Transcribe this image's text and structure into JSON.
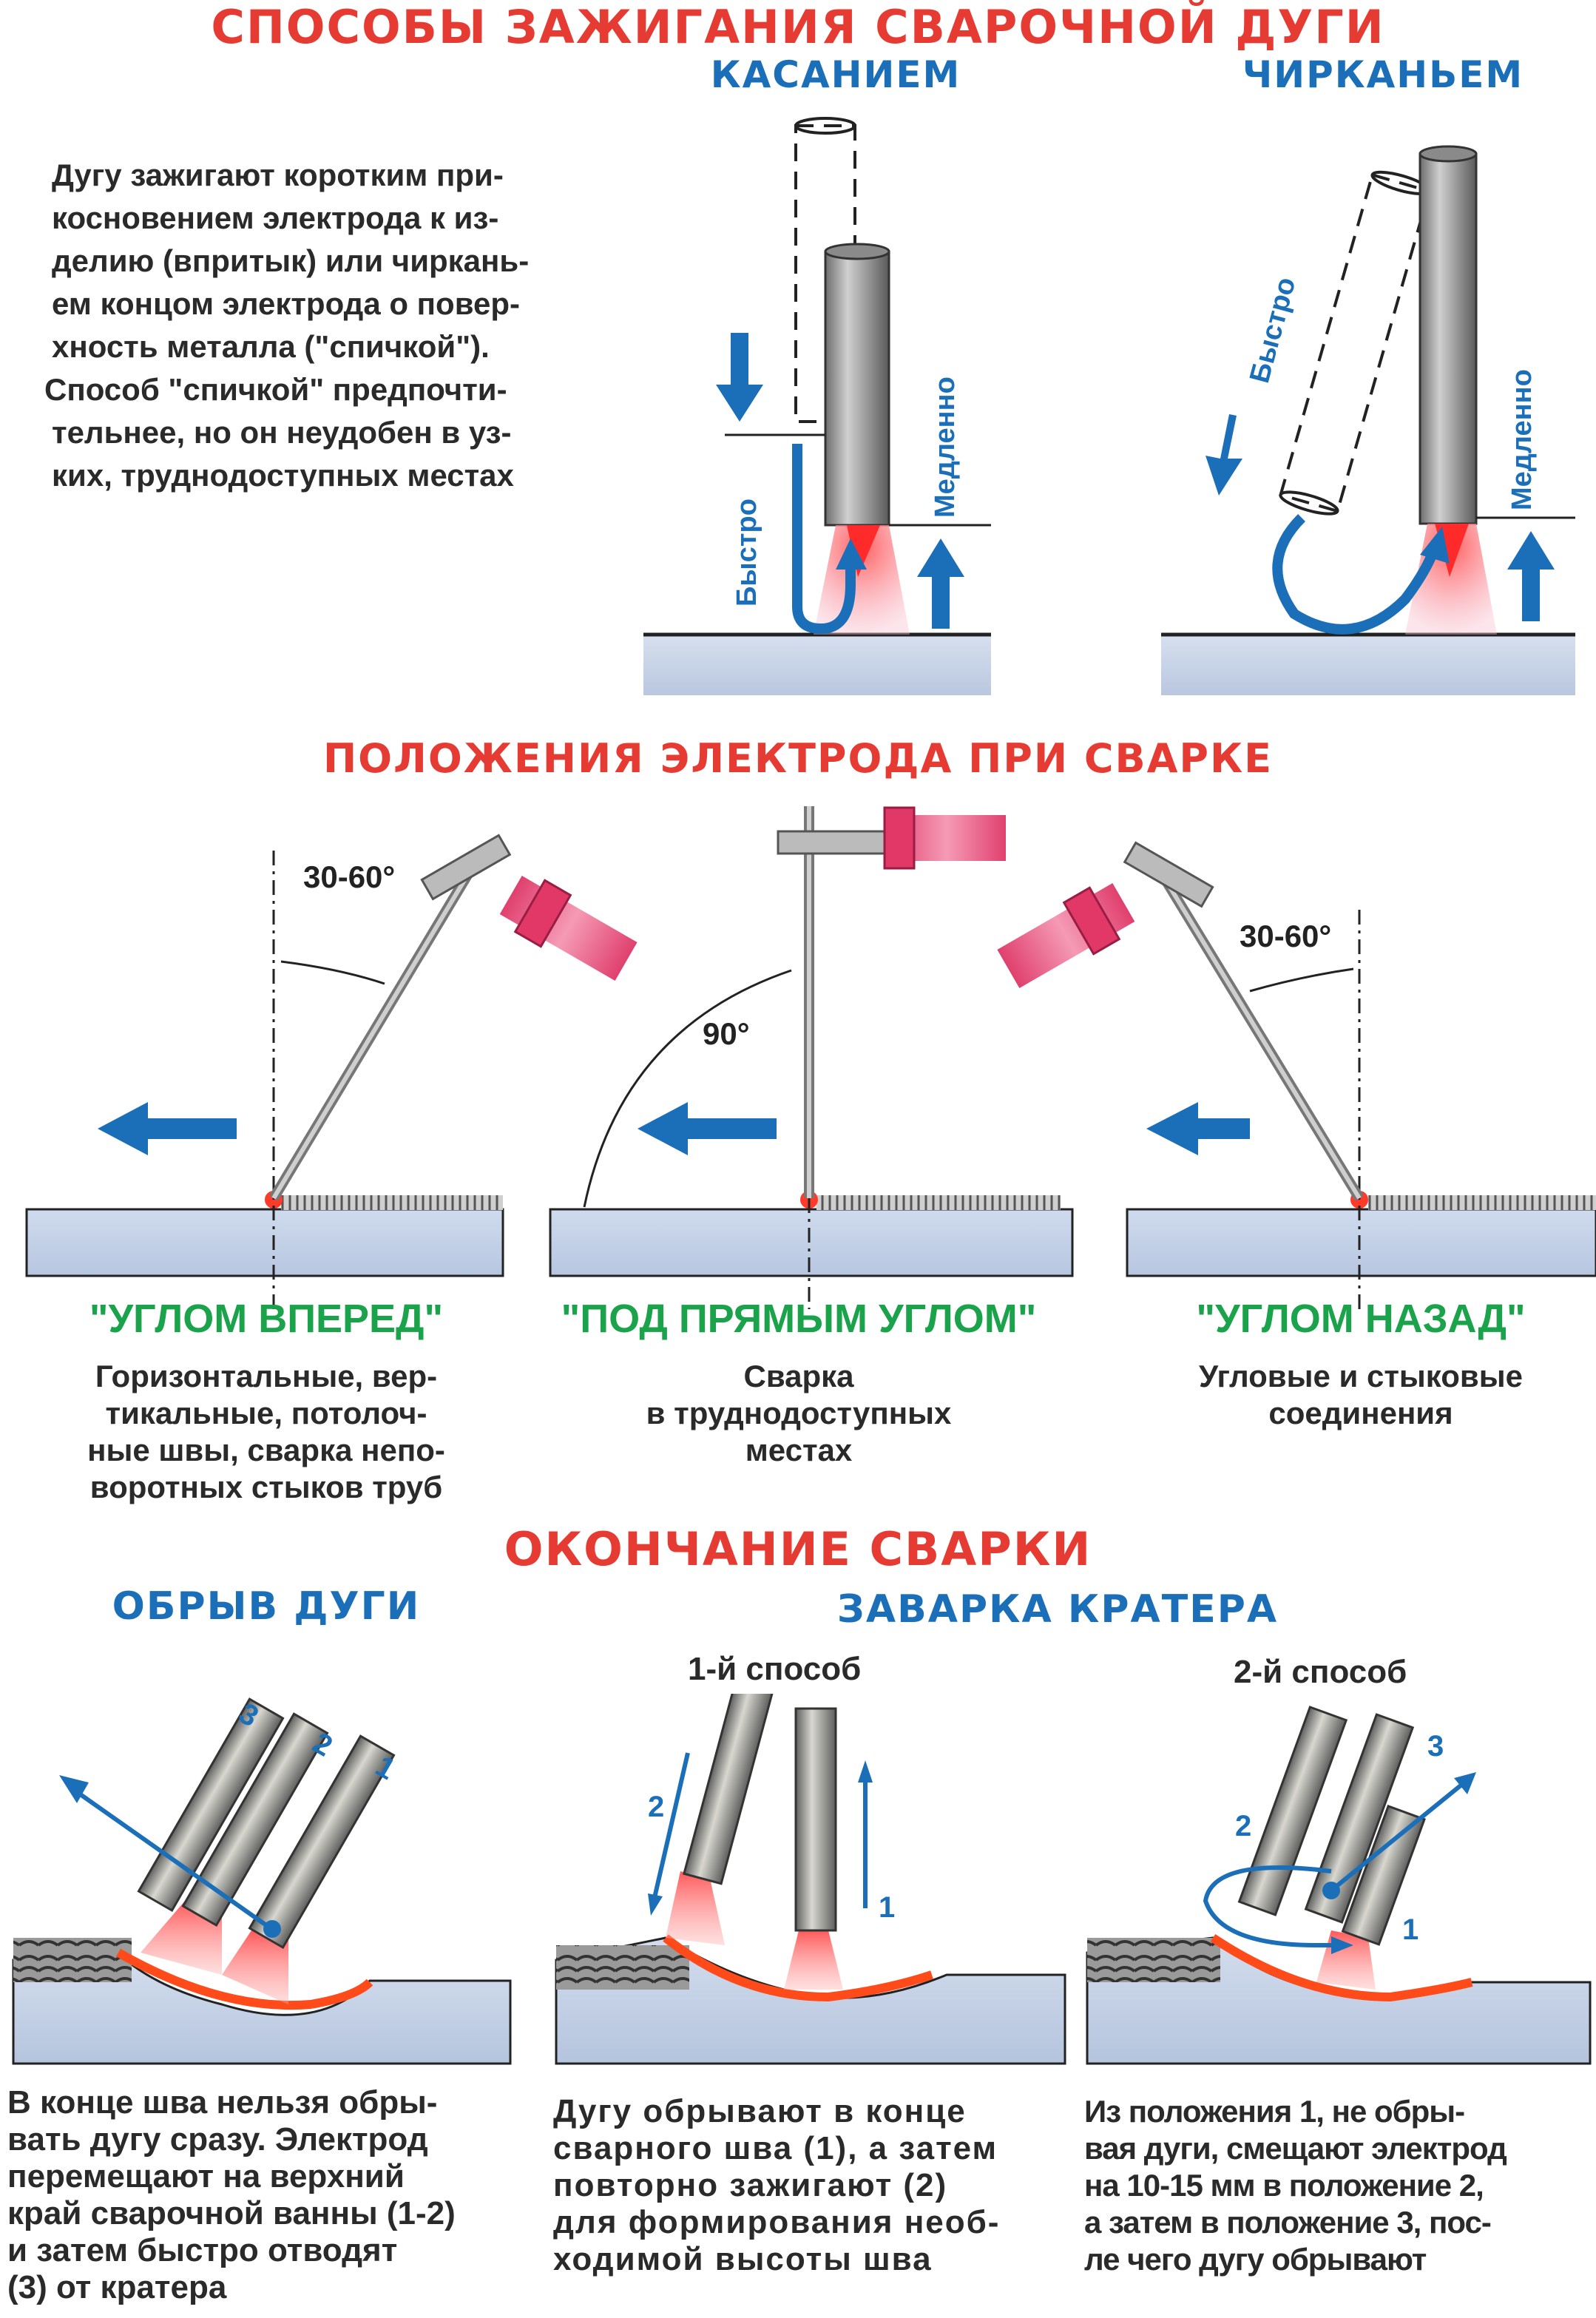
{
  "titles": {
    "main": "СПОСОБЫ ЗАЖИГАНИЯ СВАРОЧНОЙ ДУГИ",
    "touch": "КАСАНИЕМ",
    "strike": "ЧИРКАНЬЕМ",
    "positions": "ПОЛОЖЕНИЯ ЭЛЕКТРОДА ПРИ СВАРКЕ",
    "ending": "ОКОНЧАНИЕ СВАРКИ",
    "arc_break": "ОБРЫВ  ДУГИ",
    "crater": "ЗАВАРКА КРАТЕРА",
    "method1": "1-й способ",
    "method2": "2-й способ"
  },
  "ignition": {
    "text_lines": [
      "Дугу зажигают коротким при-",
      "косновением электрода к из-",
      "делию (впритык) или чиркань-",
      "ем концом электрода о повер-",
      "хность металла  (\"спичкой\").",
      "Способ \"спичкой\" предпочти-",
      "тельнее, но он неудобен в уз-",
      "ких, труднодоступных местах"
    ],
    "fast": "Быстро",
    "slow": "Медленно"
  },
  "positions": {
    "angle_30_60": "30-60°",
    "angle_90": "90°",
    "forward": {
      "name": "\"УГЛОМ ВПЕРЕД\"",
      "lines": [
        "Горизонтальные, вер-",
        "тикальные, потолоч-",
        "ные швы, сварка непо-",
        "воротных стыков труб"
      ]
    },
    "right": {
      "name": "\"ПОД ПРЯМЫМ УГЛОМ\"",
      "lines": [
        "Сварка",
        "в труднодоступных",
        "местах"
      ]
    },
    "back": {
      "name": "\"УГЛОМ НАЗАД\"",
      "lines": [
        "Угловые и стыковые",
        "соединения"
      ]
    }
  },
  "ending": {
    "num1": "1",
    "num2": "2",
    "num3": "3",
    "break_lines": [
      "В конце шва нельзя обры-",
      "вать дугу сразу. Электрод",
      "перемещают на верхний",
      "край сварочной ванны (1-2)",
      "и затем быстро отводят",
      "(3) от кратера"
    ],
    "method1_lines": [
      "Дугу обрывают в конце",
      "сварного шва (1), а затем",
      "повторно зажигают (2)",
      "для формирования необ-",
      "ходимой высоты шва"
    ],
    "method2_lines": [
      "Из положения 1, не обры-",
      "вая дуги, смещают электрод",
      "на 10-15 мм в положение 2,",
      "а затем в положение 3, пос-",
      "ле чего дугу обрывают"
    ]
  },
  "colors": {
    "red": "#e53b32",
    "blue": "#1b6fb8",
    "green": "#1aa34a",
    "metal": "#c7d4e8"
  }
}
